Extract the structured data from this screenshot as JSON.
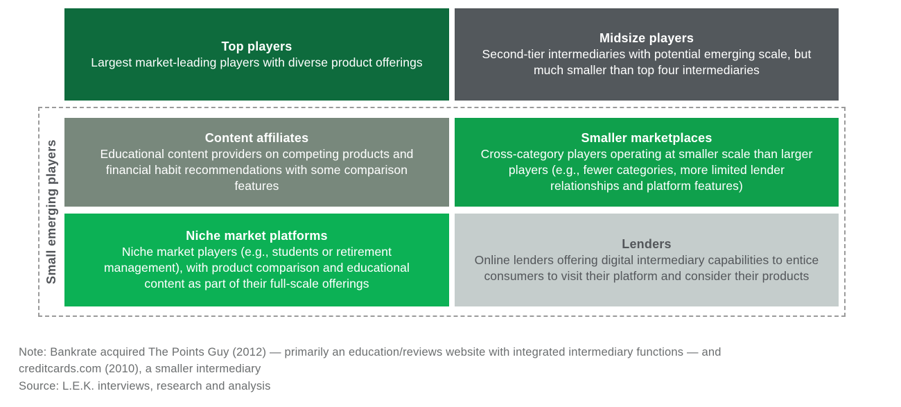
{
  "palette": {
    "dark_green": "#0e6b3d",
    "dark_gray": "#53585c",
    "gray_green": "#78887c",
    "medium_green": "#0fa04c",
    "bright_green": "#0cb155",
    "light_gray": "#c5cdcc",
    "white": "#ffffff",
    "dark_text": "#53565a",
    "note_text": "#6b6e6f",
    "dashed_border": "#9a9a9a"
  },
  "matrix": {
    "boxes": [
      {
        "title": "Top players",
        "body": "Largest market-leading players with diverse product offerings",
        "bg": "#0e6b3d",
        "text_color": "#ffffff"
      },
      {
        "title": "Midsize players",
        "body": "Second-tier intermediaries with potential emerging scale, but much smaller than top four intermediaries",
        "bg": "#53585c",
        "text_color": "#ffffff"
      },
      {
        "title": "Content affiliates",
        "body": "Educational content providers on competing products and financial habit recommendations with some comparison features",
        "bg": "#78887c",
        "text_color": "#ffffff"
      },
      {
        "title": "Smaller marketplaces",
        "body": "Cross-category players operating at smaller scale than larger players (e.g., fewer categories, more limited lender relationships and platform features)",
        "bg": "#0fa04c",
        "text_color": "#ffffff"
      },
      {
        "title": "Niche market platforms",
        "body": "Niche market players (e.g., students or retirement management), with product comparison and educational content as part of their full-scale offerings",
        "bg": "#0cb155",
        "text_color": "#ffffff"
      },
      {
        "title": "Lenders",
        "body": "Online lenders offering digital intermediary capabilities to entice consumers to visit their platform and consider their products",
        "bg": "#c5cdcc",
        "text_color": "#53565a"
      }
    ]
  },
  "group_label": "Small emerging players",
  "notes": {
    "note_line1": "Note: Bankrate acquired The Points Guy (2012) — primarily an education/reviews website with integrated intermediary functions — and",
    "note_line2": "creditcards.com (2010), a smaller intermediary",
    "source": "Source: L.E.K. interviews, research and analysis"
  }
}
